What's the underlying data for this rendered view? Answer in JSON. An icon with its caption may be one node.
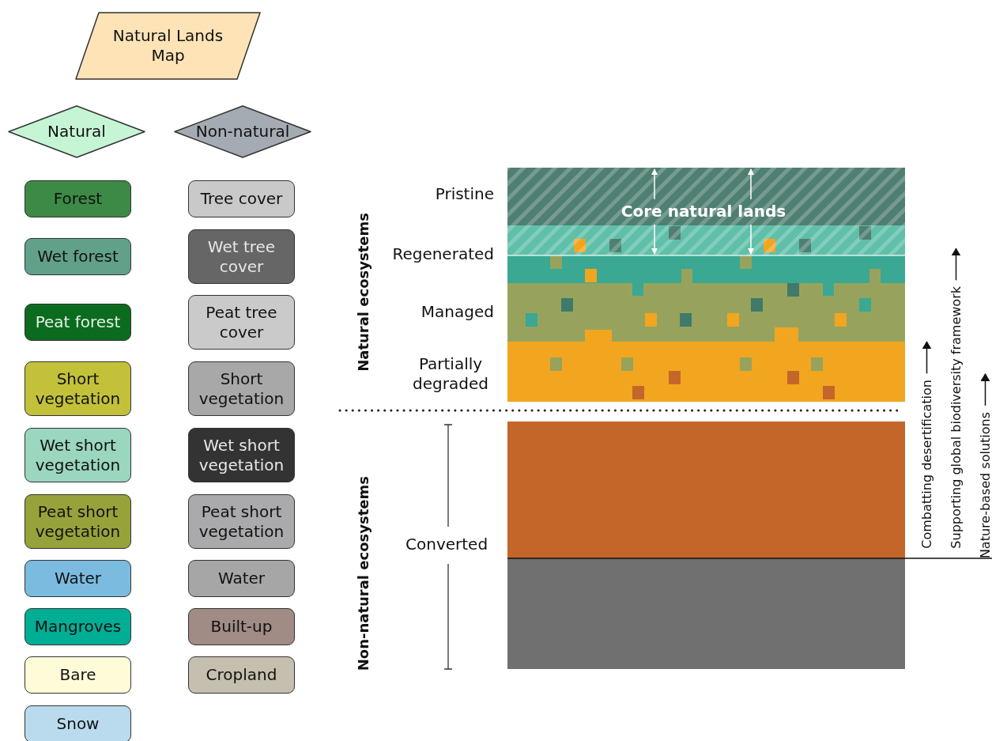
{
  "diagram": {
    "nodes": [
      {
        "text": [
          "Natural Lands Map"
        ]
      },
      {
        "text": [
          "Natural"
        ]
      },
      {
        "text": [
          "Non-natural"
        ]
      },
      {
        "text": [
          "Forest"
        ]
      },
      {
        "text": [
          "Tree cover"
        ]
      },
      {
        "text": [
          "Wet forest"
        ]
      },
      {
        "text": [
          "Wet tree cover"
        ]
      },
      {
        "text": [
          "Peat forest"
        ]
      },
      {
        "text": [
          "Peat tree cover"
        ]
      },
      {
        "text": [
          "Short vegetation"
        ]
      },
      {
        "text": [
          "Short vegetation"
        ]
      },
      {
        "text": [
          "Wet short vegetation"
        ]
      },
      {
        "text": [
          "Wet short vegetation"
        ]
      },
      {
        "text": [
          "Peat short vegetation"
        ]
      },
      {
        "text": [
          "Peat short vegetation"
        ]
      },
      {
        "text": [
          "Water"
        ]
      },
      {
        "text": [
          "Water"
        ]
      },
      {
        "text": [
          "Mangroves"
        ]
      },
      {
        "text": [
          "Built-up"
        ]
      },
      {
        "text": [
          "Bare"
        ]
      },
      {
        "text": [
          "Cropland"
        ]
      },
      {
        "text": [
          "Snow"
        ]
      }
    ],
    "edges": [],
    "labels": [
      "Natural ecosystems",
      "Pristine",
      "Core natural lands",
      "Regenerated",
      "Managed",
      "Partially degraded",
      "Non-natural ecosystems",
      "Converted",
      "Combatting desertification",
      "Supporting global biodiversity framework",
      "Nature-based solutions"
    ]
  }
}
